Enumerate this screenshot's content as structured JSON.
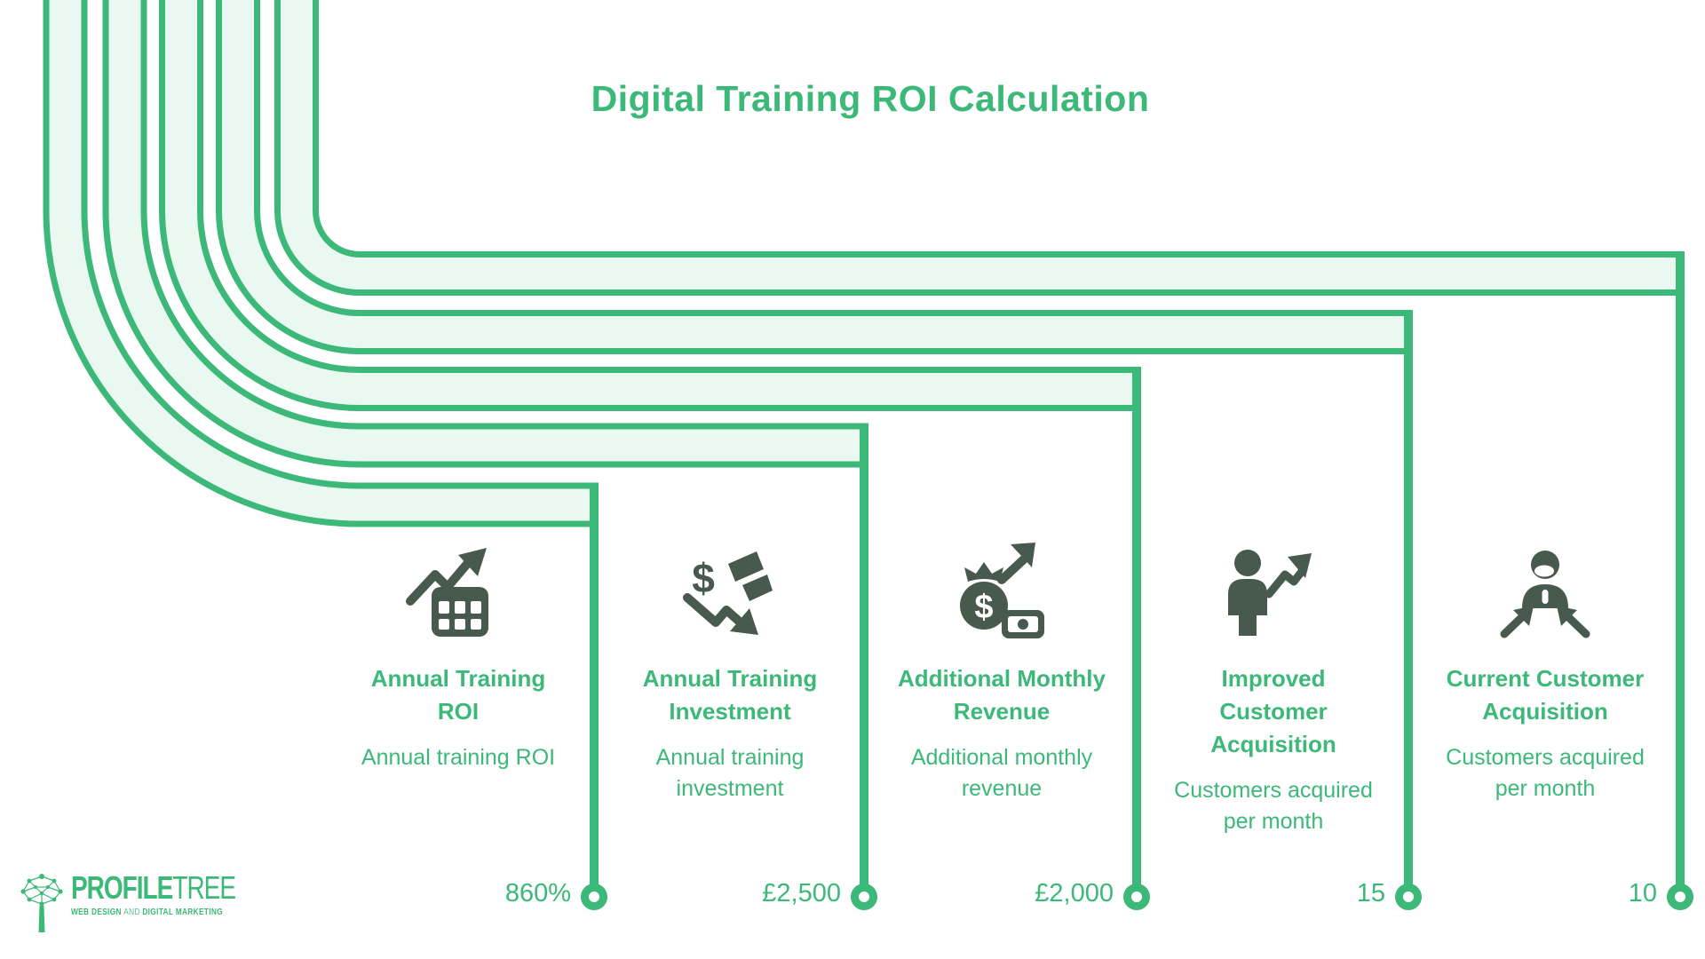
{
  "title": "Digital Training ROI Calculation",
  "colors": {
    "accent_green": "#3cb878",
    "band_fill_green": "#e9f8f0",
    "icon_dark_green": "#48594e"
  },
  "steps": [
    {
      "icon": "roi-chart-icon",
      "title": "Annual Training\nROI",
      "subtitle": "Annual training ROI",
      "value": "860%"
    },
    {
      "icon": "investment-decrease-icon",
      "title": "Annual Training\nInvestment",
      "subtitle": "Annual training\ninvestment",
      "value": "£2,500"
    },
    {
      "icon": "revenue-money-bag-icon",
      "title": "Additional Monthly\nRevenue",
      "subtitle": "Additional monthly\nrevenue",
      "value": "£2,000"
    },
    {
      "icon": "customer-growth-icon",
      "title": "Improved\nCustomer\nAcquisition",
      "subtitle": "Customers acquired\nper month",
      "value": "15"
    },
    {
      "icon": "customer-attract-icon",
      "title": "Current Customer\nAcquisition",
      "subtitle": "Customers acquired\nper month",
      "value": "10"
    }
  ],
  "logo": {
    "wordmark_bold": "PROFILE",
    "wordmark_light": "TREE",
    "tagline_1": "WEB DESIGN",
    "tagline_2": "AND",
    "tagline_3": "DIGITAL MARKETING"
  }
}
